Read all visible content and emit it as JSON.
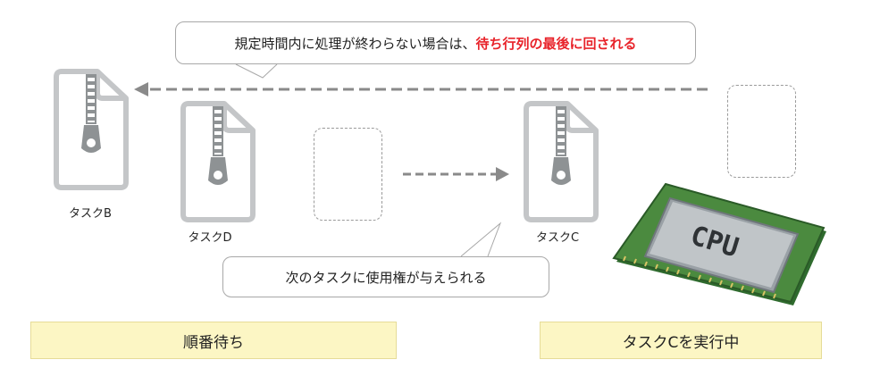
{
  "callout_top": {
    "text_normal": "規定時間内に処理が終わらない場合は、",
    "text_highlight": "待ち行列の最後に回される"
  },
  "callout_bottom": {
    "text": "次のタスクに使用権が与えられる"
  },
  "tasks": {
    "task_b": "タスクB",
    "task_d": "タスクD",
    "task_c": "タスクC"
  },
  "cpu": {
    "chip_text": "CPU"
  },
  "boxes": {
    "waiting": "順番待ち",
    "running": "タスクCを実行中"
  },
  "colors": {
    "highlight": "#e8232a",
    "arrow": "#8a8a8a",
    "box_fill": "#fcf6c4",
    "file_icon": "#c4c6c8",
    "cpu_board": "#3d7a3a"
  }
}
